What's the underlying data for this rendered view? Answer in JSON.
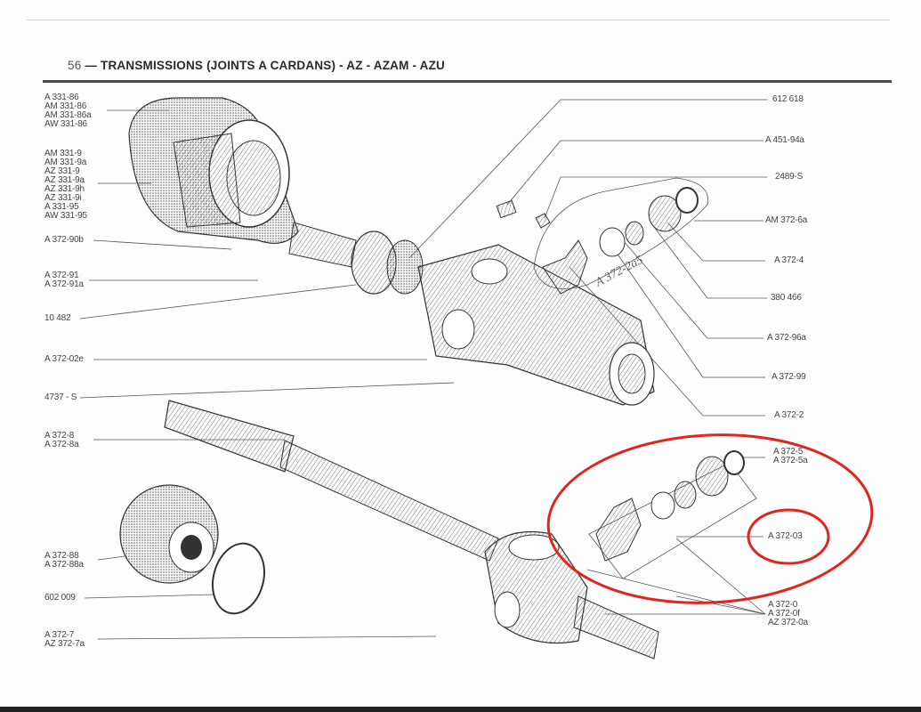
{
  "header": {
    "page_number": "56",
    "title": "— TRANSMISSIONS (JOINTS A CARDANS) - AZ - AZAM - AZU"
  },
  "left_labels": {
    "g1": [
      "A  331-86",
      "AM 331-86",
      "AM 331-86a",
      "AW 331-86"
    ],
    "g2": [
      "AM 331-9",
      "AM 331-9a",
      "AZ 331-9",
      "AZ 331-9a",
      "AZ 331-9h",
      "AZ 331-9i",
      "A  331-95",
      "AW 331-95"
    ],
    "l90b": "A 372-90b",
    "l91": [
      "A 372-91",
      "A 372-91a"
    ],
    "l10482": "10 482",
    "l02e": "A 372-02e",
    "l4737": "4737 - S",
    "l8": [
      "A  372-8",
      "A  372-8a"
    ],
    "l88": [
      "A  372-88",
      "A  372-88a"
    ],
    "l602": "602 009",
    "l7": [
      "A   372-7",
      "AZ  372-7a"
    ]
  },
  "right_labels": {
    "r612": "612 618",
    "r451": "A 451-94a",
    "r2489": "2489-S",
    "r6a": "AM 372-6a",
    "r4": "A  372-4",
    "r380": "380 466",
    "r96a": "A 372-96a",
    "r99": "A 372-99",
    "r2": "A  372-2",
    "r5": [
      "A 372-5",
      "A 372-5a"
    ],
    "r03": "A 372-03",
    "r0": [
      "A  372-0",
      "A  372-0f",
      "AZ 372-0a"
    ]
  },
  "handwritten_note": "A 372-2a5",
  "highlight_color": "#e0261c"
}
